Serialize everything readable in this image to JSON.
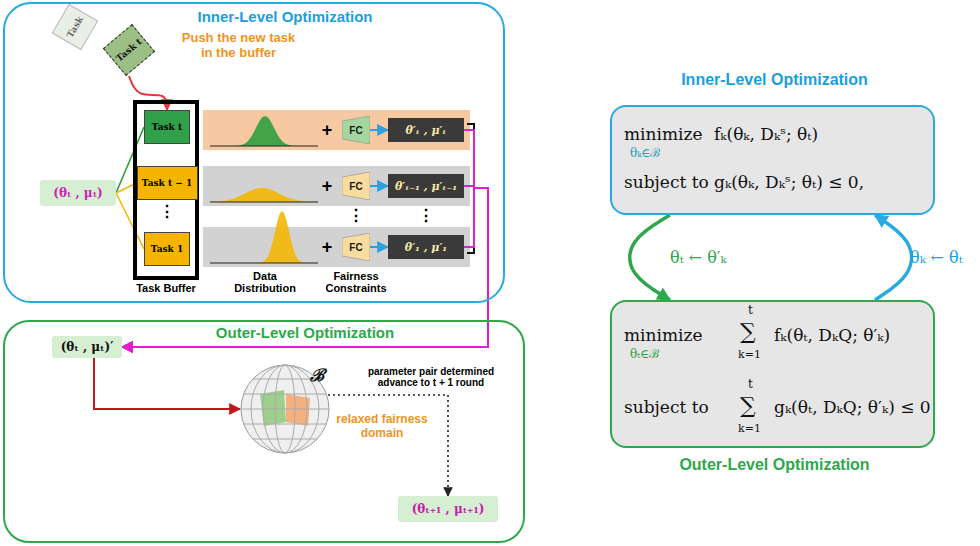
{
  "diagram": {
    "nodes": [
      {
        "text": [
          "Inner-Level Optimization"
        ]
      },
      {
        "text": [
          "Task"
        ],
        "in": 0
      },
      {
        "text": [
          "Task t"
        ],
        "in": 0
      },
      {
        "text": [
          "Task Buffer"
        ],
        "in": 0
      },
      {
        "text": [
          "Task t"
        ],
        "in": 3
      },
      {
        "text": [
          "Task t − 1"
        ],
        "in": 3
      },
      {
        "text": [
          "Task 1"
        ],
        "in": 3
      },
      {
        "text": [
          "FC"
        ],
        "in": 0
      },
      {
        "text": [
          "FC"
        ],
        "in": 0
      },
      {
        "text": [
          "FC"
        ],
        "in": 0
      },
      {
        "text": [
          "θ′ₜ , μ′ₜ"
        ],
        "in": 0
      },
      {
        "text": [
          "θ′ₜ₋₁ , μ′ₜ₋₁"
        ],
        "in": 0
      },
      {
        "text": [
          "θ′₁ , μ′₁"
        ],
        "in": 0
      },
      {
        "text": [
          "(θₜ , μₜ)"
        ],
        "in": 0
      },
      {
        "text": [
          "Outer-Level Optimization"
        ]
      },
      {
        "text": [
          "(θₜ , μₜ)′"
        ],
        "in": 14
      },
      {
        "text": [
          "ℬ"
        ],
        "in": 14
      },
      {
        "text": [
          "(θₜ₊₁ , μₜ₊₁)"
        ],
        "in": 14
      },
      {
        "text": [
          "Inner-Level Optimization",
          "minimize",
          "θₖ∈ℬ",
          "fₖ(θₖ, Dₖˢ; θₜ)",
          "subject to gₖ(θₖ, Dₖˢ; θₜ) ≤ 0,"
        ]
      },
      {
        "text": [
          "minimize",
          "θₜ∈ℬ",
          "t",
          "∑",
          "k=1",
          "fₖ(θₜ, DₖQ; θ′ₖ)",
          "subject to",
          "t",
          "∑",
          "k=1",
          "gₖ(θₜ, DₖQ; θ′ₖ) ≤ 0",
          "Outer-Level Optimization"
        ]
      }
    ],
    "edges": [
      {
        "from": 2,
        "to": 4,
        "arrow": "to"
      },
      {
        "from": 13,
        "to": 4,
        "arrow": "none"
      },
      {
        "from": 13,
        "to": 5,
        "arrow": "none"
      },
      {
        "from": 13,
        "to": 6,
        "arrow": "none"
      },
      {
        "from": 7,
        "to": 10,
        "arrow": "to"
      },
      {
        "from": 8,
        "to": 11,
        "arrow": "to"
      },
      {
        "from": 9,
        "to": 12,
        "arrow": "to"
      },
      {
        "from": 10,
        "to": 15,
        "arrow": "to"
      },
      {
        "from": 11,
        "to": 15,
        "arrow": "to"
      },
      {
        "from": 12,
        "to": 15,
        "arrow": "to"
      },
      {
        "from": 15,
        "to": 16,
        "arrow": "to"
      },
      {
        "from": 16,
        "to": 17,
        "arrow": "to"
      },
      {
        "from": 18,
        "to": 19,
        "label": "θₜ ← θ′ₖ",
        "arrow": "to"
      },
      {
        "from": 19,
        "to": 18,
        "label": "θₖ ← θₜ",
        "arrow": "to"
      }
    ],
    "labels": [
      "Push the new task in the buffer",
      "⋮",
      "+",
      "+",
      "+",
      "⋮",
      "⋮",
      "Data Distribution",
      "Fairness Constraints",
      "parameter pair determined advance to t + 1 round",
      "relaxed fairness domain"
    ]
  }
}
